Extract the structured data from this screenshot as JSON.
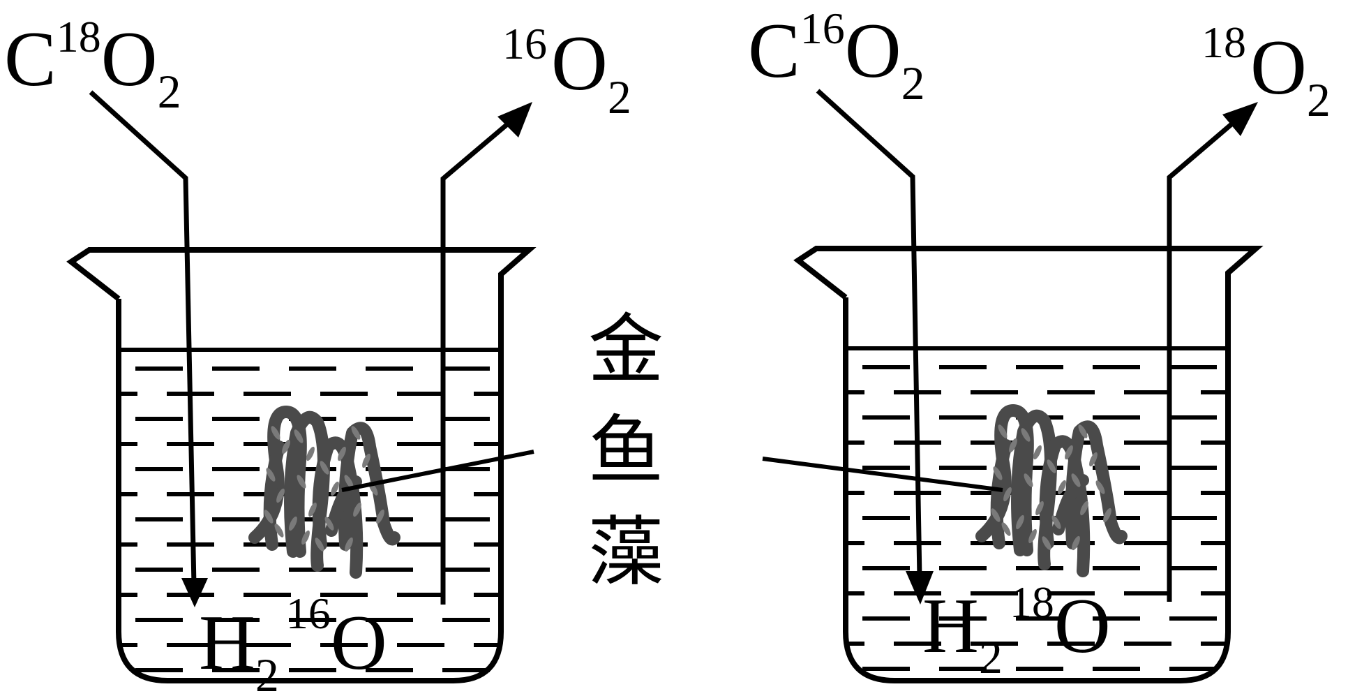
{
  "diagram": {
    "title": "Photosynthesis oxygen isotope tracing experiment",
    "plant_label_chars": [
      "金",
      "鱼",
      "藻"
    ],
    "plant_label": "金鱼藻",
    "experiments": [
      {
        "id": "left",
        "input_gas": {
          "element_before": "C",
          "mass": "18",
          "element_after": "O",
          "count": "2",
          "full": "C18O2"
        },
        "output_gas": {
          "mass": "16",
          "element": "O",
          "count": "2",
          "full": "16O2"
        },
        "water": {
          "element_before": "H",
          "count": "2",
          "mass": "16",
          "element_after": "O",
          "full": "H2 16O"
        }
      },
      {
        "id": "right",
        "input_gas": {
          "element_before": "C",
          "mass": "16",
          "element_after": "O",
          "count": "2",
          "full": "C16O2"
        },
        "output_gas": {
          "mass": "18",
          "element": "O",
          "count": "2",
          "full": "18O2"
        },
        "water": {
          "element_before": "H",
          "count": "2",
          "mass": "18",
          "element_after": "O",
          "full": "H2 18O"
        }
      }
    ],
    "colors": {
      "line": "#000000",
      "plant": "#4a4a4a",
      "leaf": "#7a7a7a",
      "background": "#ffffff"
    }
  }
}
